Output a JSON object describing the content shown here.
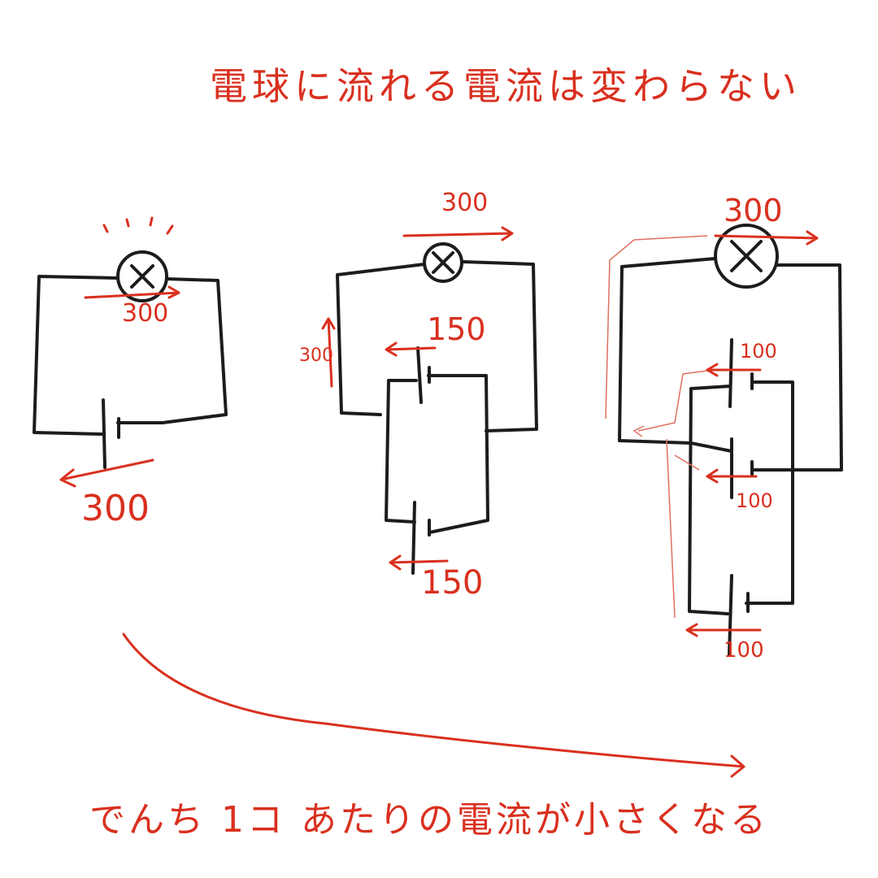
{
  "title": "電球に流れる電流は変わらない",
  "caption": "でんち 1コ あたりの電流が小さくなる",
  "circuit1": {
    "lamp_current": "300",
    "battery_current": "300"
  },
  "circuit2": {
    "top_current": "300",
    "left_current": "300",
    "battery1_current": "150",
    "battery2_current": "150"
  },
  "circuit3": {
    "top_current": "300",
    "battery1_current": "100",
    "battery2_current": "100",
    "battery3_current": "100"
  },
  "colors": {
    "annotation": "#d9301f",
    "wire": "#1c1c1c"
  }
}
